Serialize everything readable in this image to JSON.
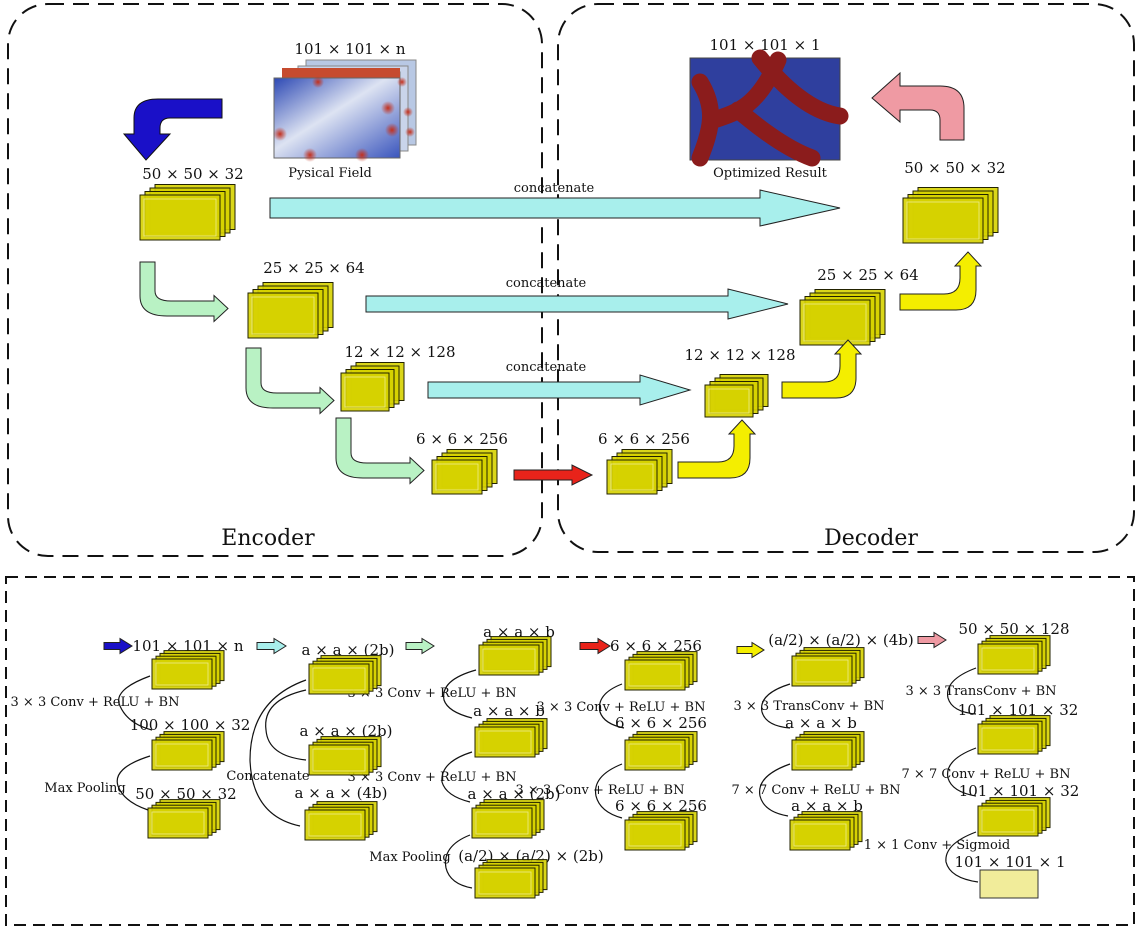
{
  "colors": {
    "block_fill": "#d6d100",
    "block_stroke": "#222200",
    "arrow_dark_blue": "#1a10c8",
    "arrow_cyan": "#a8efec",
    "arrow_green": "#b9f2c4",
    "arrow_red": "#e8231a",
    "arrow_yellow": "#f4ee00",
    "arrow_pink": "#ef9aa3",
    "output_fill": "#f1ec9a"
  },
  "top": {
    "encoder_label": "Encoder",
    "decoder_label": "Decoder",
    "input_dims": "101 × 101 × n",
    "input_caption": "Pysical Field",
    "output_dims": "101 × 101 × 1",
    "output_caption": "Optimized Result",
    "enc_dims": [
      "50 × 50 × 32",
      "25 × 25 × 64",
      "12 × 12 × 128",
      "6 × 6 × 256"
    ],
    "dec_dims": [
      "6 × 6 × 256",
      "12 × 12 × 128",
      "25 × 25 × 64",
      "50 × 50 × 32"
    ],
    "concat_label": "concatenate"
  },
  "legend": {
    "blue": {
      "in_dims": "101 × 101 × n",
      "op1": "3 × 3 Conv + ReLU + BN",
      "mid_dims": "100 × 100 × 32",
      "op2": "Max Pooling",
      "out_dims": "50 × 50 × 32"
    },
    "cyan": {
      "in_dims": "a × a × (2b)",
      "mid_dims": "a × a × (2b)",
      "op": "Concatenate",
      "out_dims": "a × a × (4b)"
    },
    "green": {
      "in_dims": "a × a × b",
      "op1": "3 × 3 Conv + ReLU + BN",
      "d1": "a × a × b",
      "op2": "3 × 3 Conv + ReLU + BN",
      "d2": "a × a × (2b)",
      "op3": "Max Pooling",
      "d3": "(a/2) × (a/2) × (2b)"
    },
    "red": {
      "in_dims": "6 × 6 × 256",
      "op1": "3 × 3 Conv + ReLU + BN",
      "d1": "6 × 6 × 256",
      "op2": "3 × 3 Conv + ReLU + BN",
      "d2": "6 × 6 × 256"
    },
    "yellow": {
      "in_dims": "(a/2) × (a/2) × (4b)",
      "op1": "3 × 3 TransConv + BN",
      "d1": "a × a × b",
      "op2": "7 × 7 Conv + ReLU + BN",
      "d2": "a × a × b"
    },
    "pink": {
      "in_dims": "50 × 50 × 128",
      "op1": "3 × 3 TransConv + BN",
      "d1": "101 × 101 × 32",
      "op2": "7 × 7 Conv + ReLU + BN",
      "d2": "101 × 101 × 32",
      "op3": "1 × 1 Conv + Sigmoid",
      "d3": "101 × 101 × 1"
    }
  }
}
